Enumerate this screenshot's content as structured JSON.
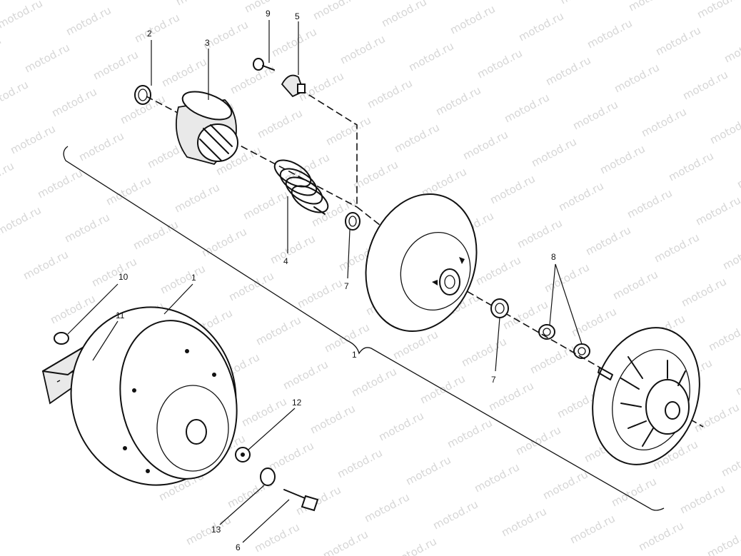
{
  "watermark": {
    "text": "motod.ru"
  },
  "callouts": [
    {
      "id": "c1-top",
      "text": "1"
    },
    {
      "id": "c1-mid",
      "text": "1"
    },
    {
      "id": "c2",
      "text": "2"
    },
    {
      "id": "c3",
      "text": "3"
    },
    {
      "id": "c4",
      "text": "4"
    },
    {
      "id": "c5",
      "text": "5"
    },
    {
      "id": "c6",
      "text": "6"
    },
    {
      "id": "c7-left",
      "text": "7"
    },
    {
      "id": "c7-right",
      "text": "7"
    },
    {
      "id": "c8",
      "text": "8"
    },
    {
      "id": "c9",
      "text": "9"
    },
    {
      "id": "c10",
      "text": "10"
    },
    {
      "id": "c11",
      "text": "11"
    },
    {
      "id": "c12",
      "text": "12"
    },
    {
      "id": "c13",
      "text": "13"
    }
  ],
  "colors": {
    "ink": "#111111",
    "paper": "#ffffff",
    "watermark": "#d6d6d6"
  }
}
